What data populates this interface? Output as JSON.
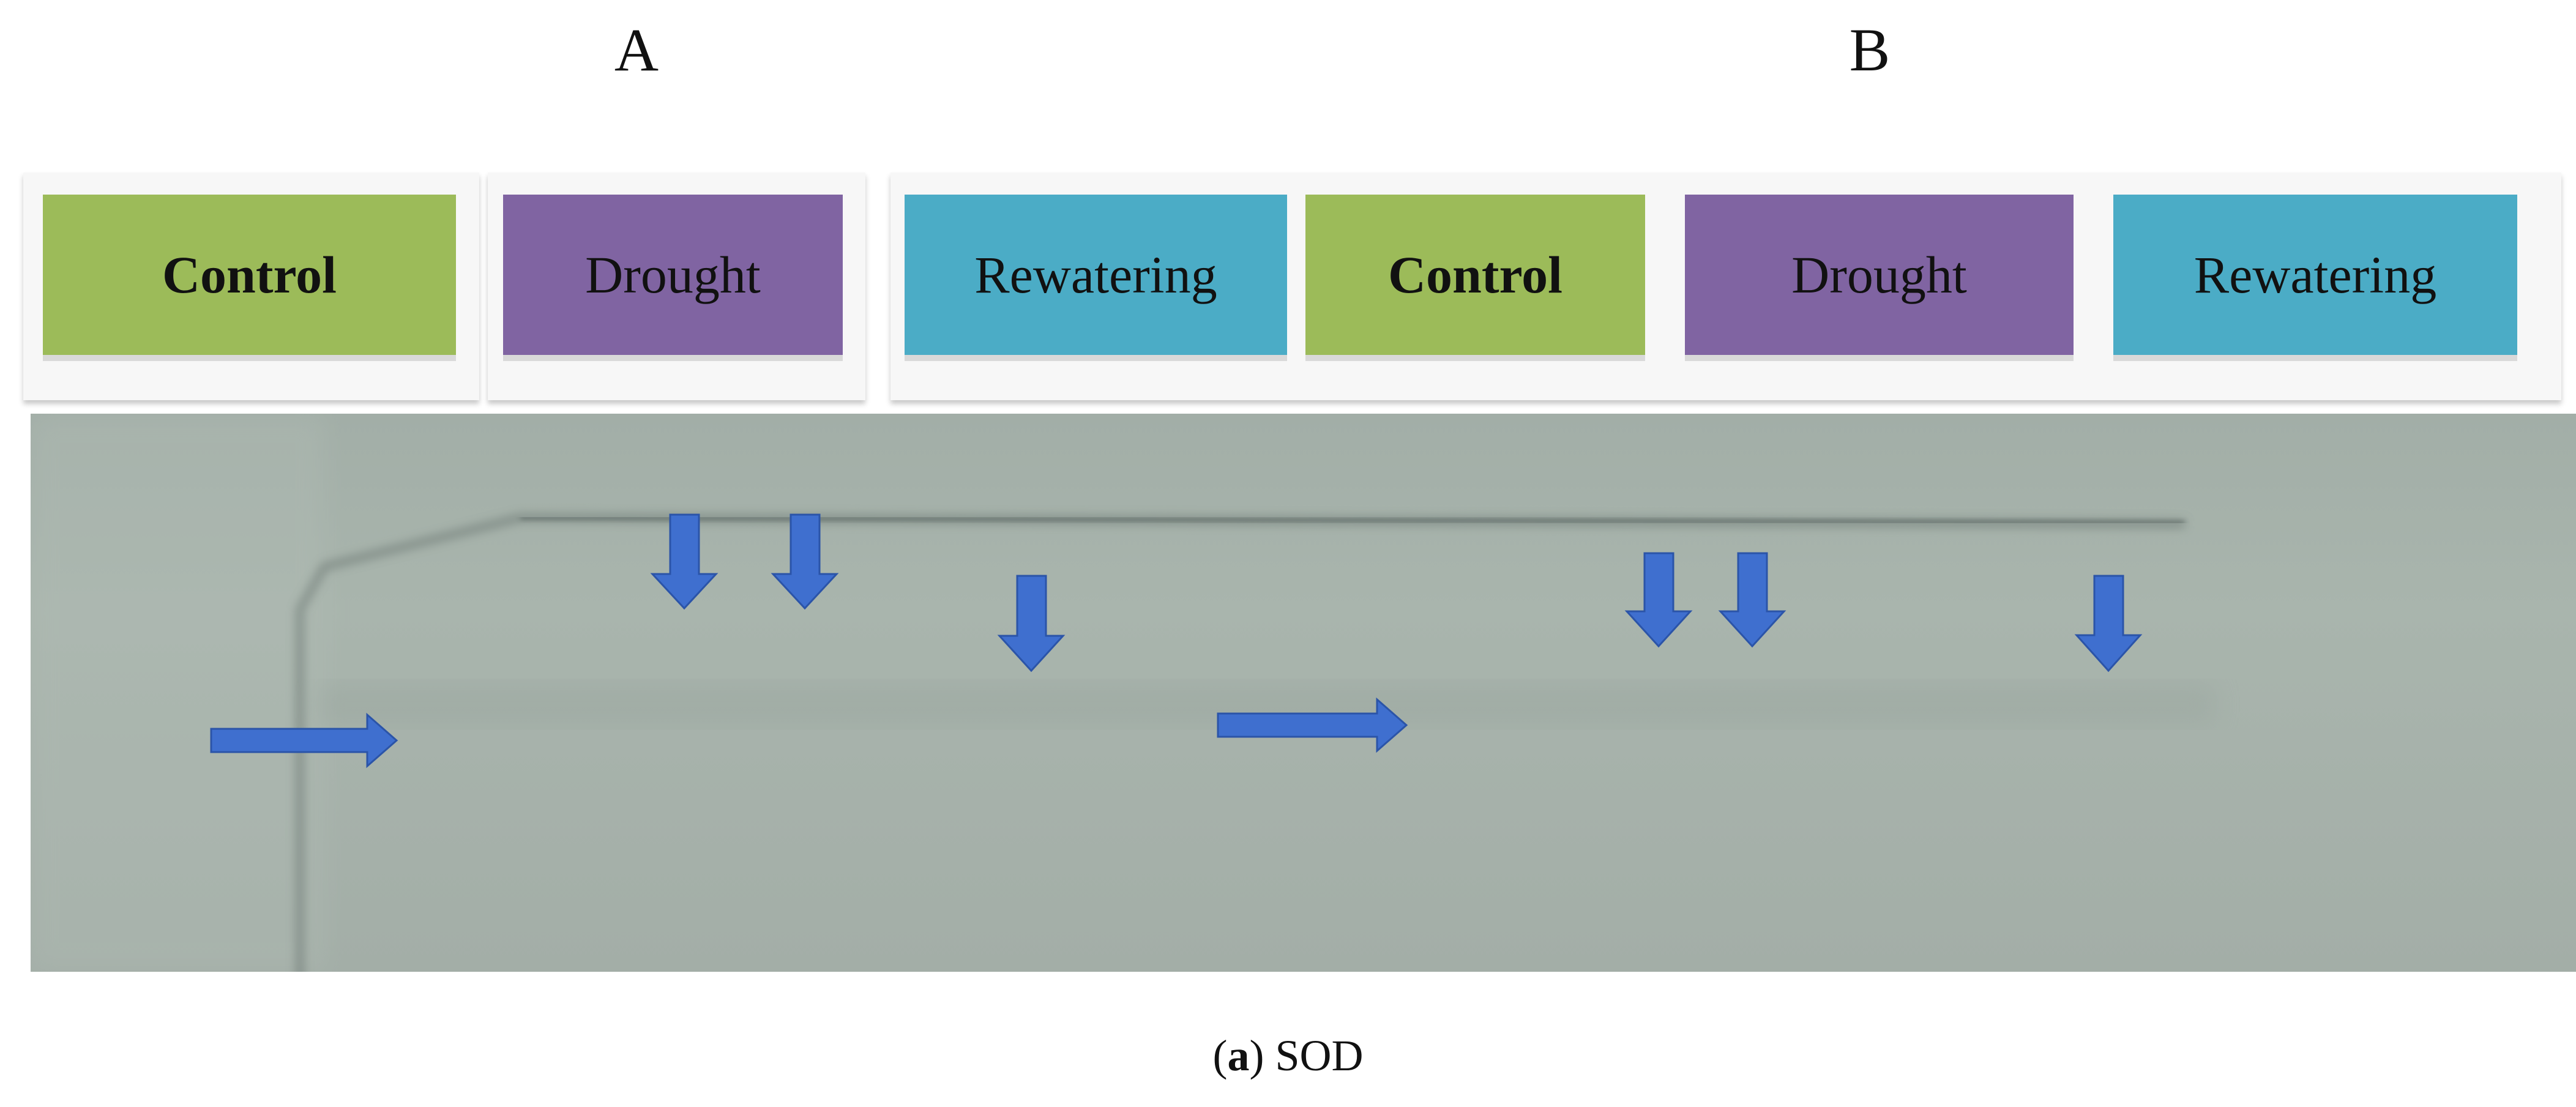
{
  "panels": {
    "a": "A",
    "b": "B"
  },
  "lanes": [
    {
      "label": "Control",
      "bold": true,
      "color": "#9cbb59"
    },
    {
      "label": "Drought",
      "bold": false,
      "color": "#8064a2"
    },
    {
      "label": "Rewatering",
      "bold": false,
      "color": "#4bacc6"
    },
    {
      "label": "Control",
      "bold": true,
      "color": "#9cbb59"
    },
    {
      "label": "Drought",
      "bold": false,
      "color": "#8064a2"
    },
    {
      "label": "Rewatering",
      "bold": false,
      "color": "#4bacc6"
    }
  ],
  "gel": {
    "background": "#a6b1aa",
    "arrow_color": "#3f6fcf",
    "markers": [
      "right-arrow",
      "down-arrow",
      "down-arrow",
      "down-arrow",
      "right-arrow",
      "down-arrow",
      "down-arrow",
      "down-arrow"
    ]
  },
  "caption": {
    "letter": "a",
    "text": "SOD"
  }
}
